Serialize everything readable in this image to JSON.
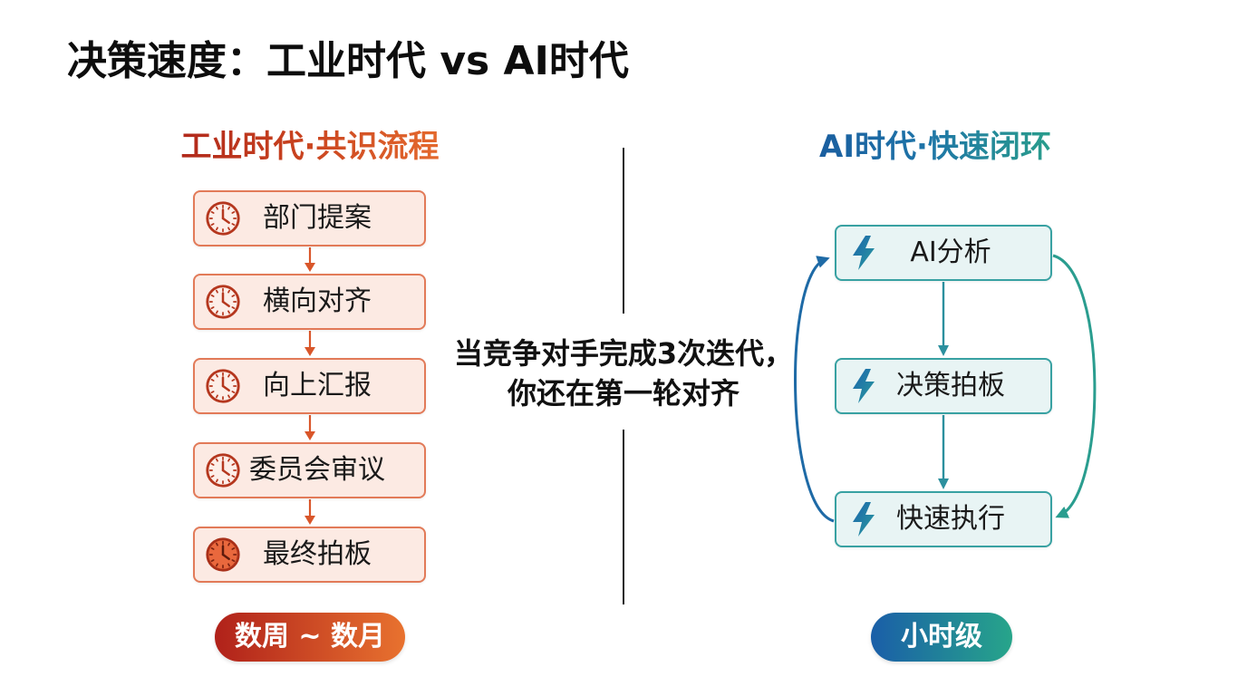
{
  "title": "决策速度：工业时代 vs AI时代",
  "industrial": {
    "heading": "工业时代·共识流程",
    "steps": [
      {
        "label": "部门提案",
        "icon": "clock-icon"
      },
      {
        "label": "横向对齐",
        "icon": "clock-icon"
      },
      {
        "label": "向上汇报",
        "icon": "clock-icon"
      },
      {
        "label": "委员会审议",
        "icon": "clock-icon"
      },
      {
        "label": "最终拍板",
        "icon": "clock-filled-icon"
      }
    ],
    "duration": "数周 ~ 数月",
    "color": "#C23A1F"
  },
  "comparison": {
    "line1": "当竞争对手完成3次迭代，",
    "line2": "你还在第一轮对齐"
  },
  "ai": {
    "heading": "AI时代·快速闭环",
    "steps": [
      {
        "label": "AI分析",
        "icon": "lightning-icon"
      },
      {
        "label": "决策拍板",
        "icon": "lightning-icon"
      },
      {
        "label": "快速执行",
        "icon": "lightning-icon"
      }
    ],
    "duration": "小时级",
    "color": "#1E6FA8",
    "color_secondary": "#2A9D8F"
  }
}
